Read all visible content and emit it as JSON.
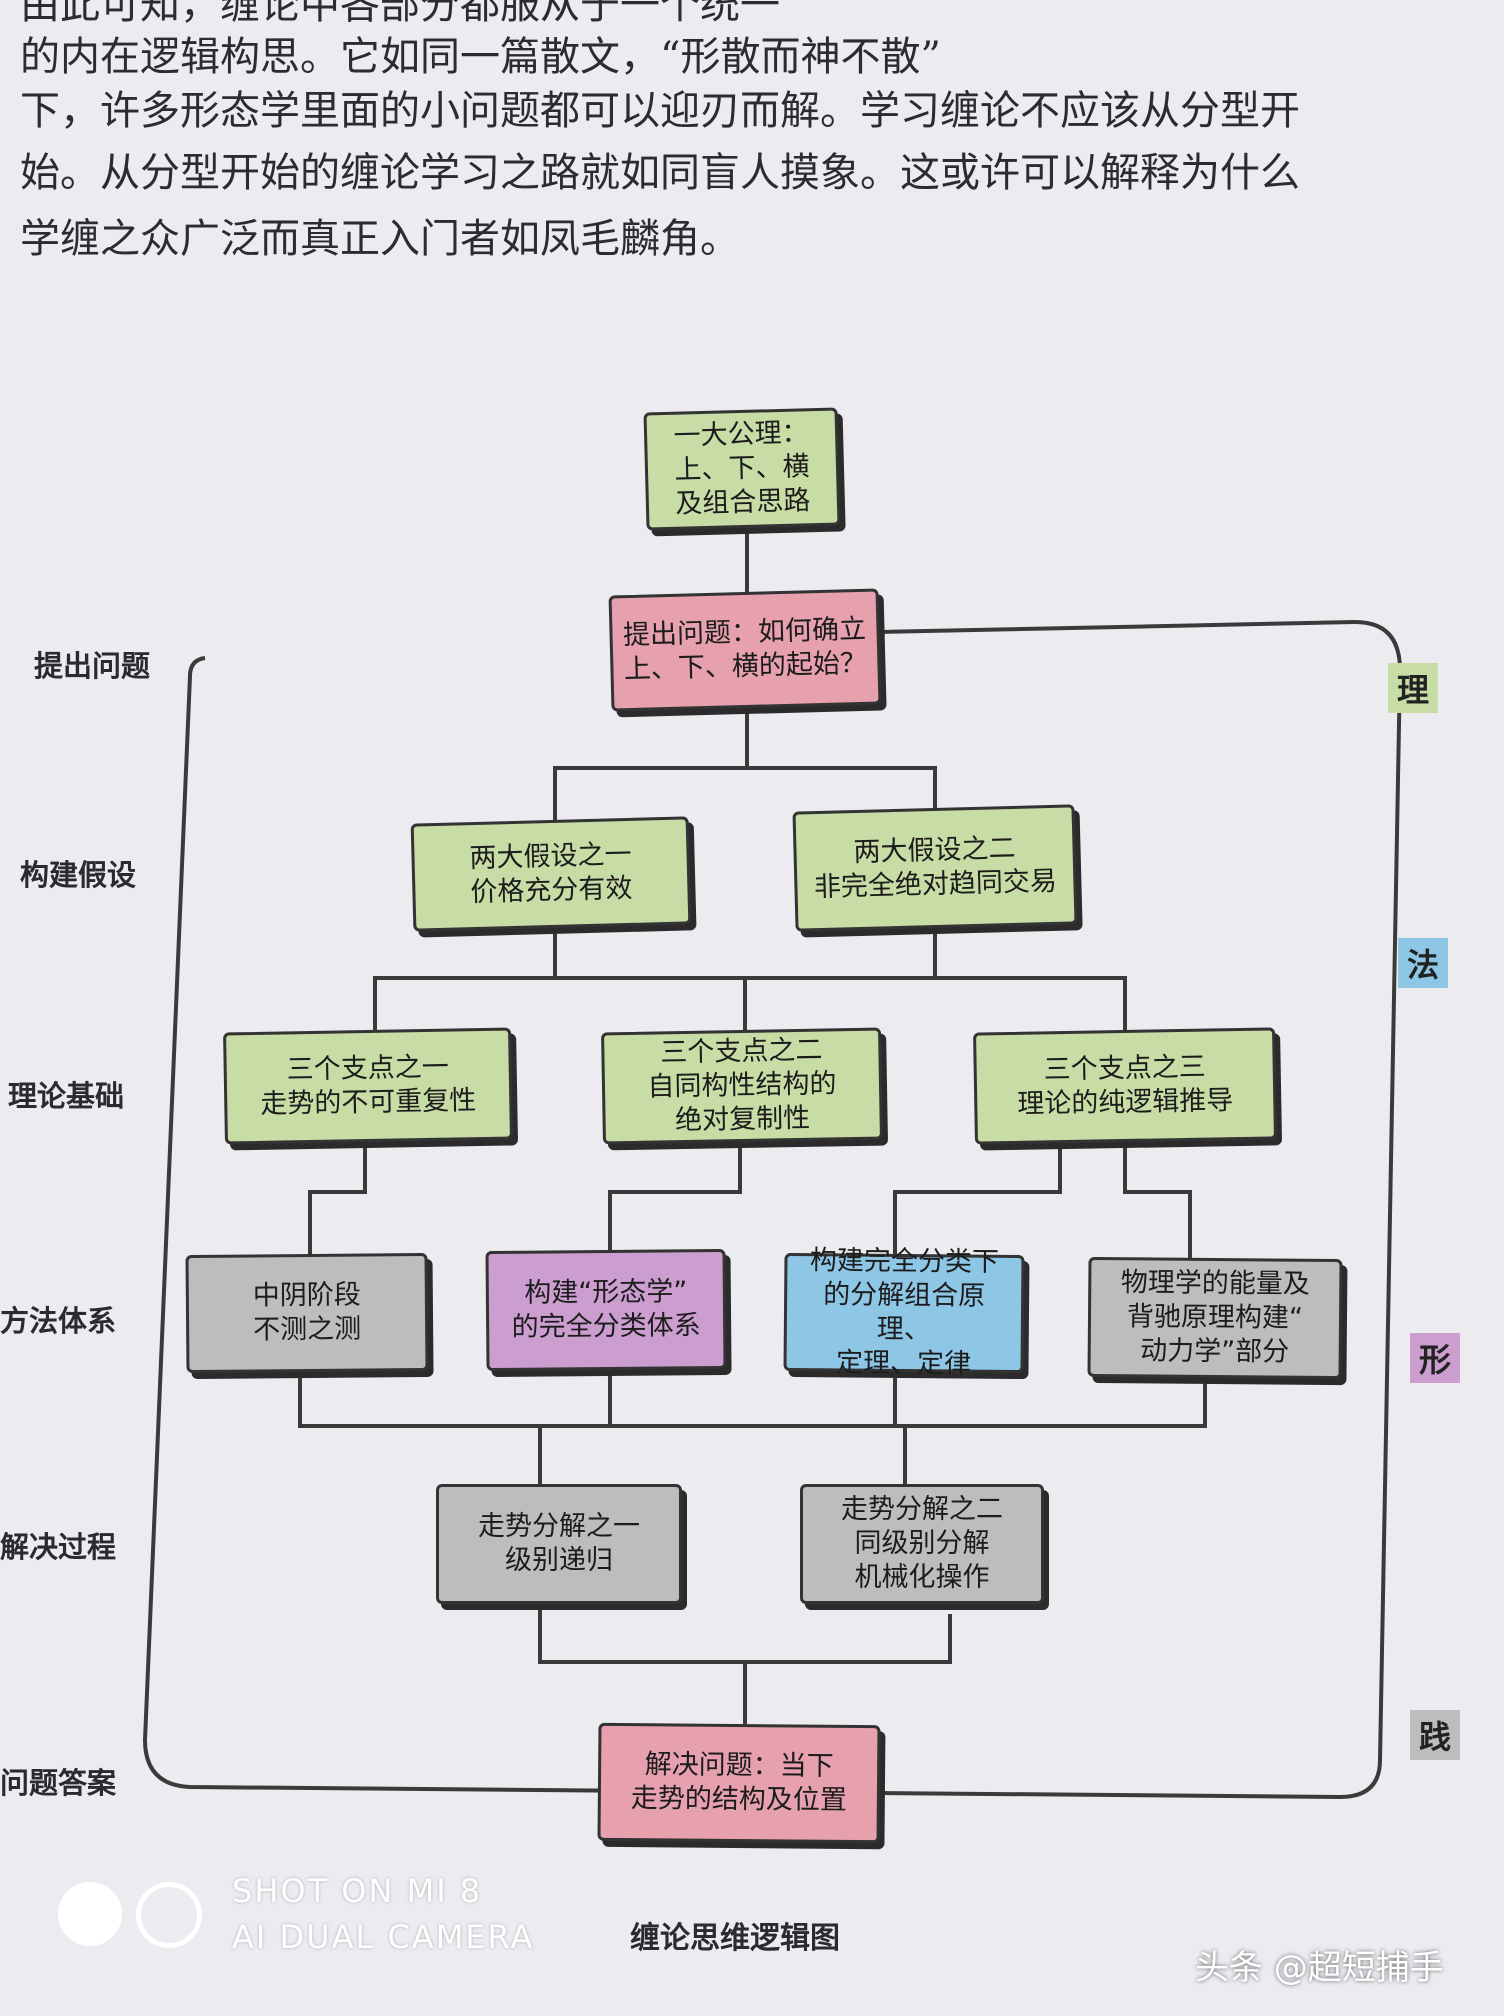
{
  "text_lines": [
    "由此可知，缠论中各部分都服从于一个统一",
    "的内在逻辑构思。它如同一篇散文，“形散而神不散”",
    "下，许多形态学里面的小问题都可以迎刃而解。学习缠论不应该从分型开",
    "始。从分型开始的缠论学习之路就如同盲人摸象。这或许可以解释为什么",
    "学缠之众广泛而真正入门者如凤毛麟角。"
  ],
  "side_labels": {
    "q": "提出问题",
    "hyp": "构建假设",
    "theory": "理论基础",
    "method": "方法体系",
    "solve": "解决过程",
    "answer": "问题答案"
  },
  "tags": {
    "li": "理",
    "fa": "法",
    "xing": "形",
    "jian": "践"
  },
  "boxes": {
    "axiom": "一大公理：\n上、下、横\n及组合思路",
    "question": "提出问题：如何确立\n上、下、横的起始？",
    "hyp1": "两大假设之一\n价格充分有效",
    "hyp2": "两大假设之二\n非完全绝对趋同交易",
    "fulcrum1": "三个支点之一\n走势的不可重复性",
    "fulcrum2": "三个支点之二\n自同构性结构的\n绝对复制性",
    "fulcrum3": "三个支点之三\n理论的纯逻辑推导",
    "m1": "中阴阶段\n不测之测",
    "m2": "构建“形态学”\n的完全分类体系",
    "m3": "构建完全分类下\n的分解组合原理、\n定理、定律",
    "m4": "物理学的能量及\n背驰原理构建“\n动力学”部分",
    "d1": "走势分解之一\n级别递归",
    "d2": "走势分解之二\n同级别分解\n机械化操作",
    "answer": "解决问题：当下\n走势的结构及位置"
  },
  "caption": "缠论思维逻辑图",
  "watermark": {
    "line1": "SHOT ON MI 8",
    "line2": "AI DUAL CAMERA"
  },
  "credit": "头条 @超短捕手",
  "colors": {
    "green": "#c8dca6",
    "pink": "#e6a0ae",
    "purple": "#cc9ed0",
    "blue": "#8ec6e6",
    "gray": "#bdbdc0"
  }
}
